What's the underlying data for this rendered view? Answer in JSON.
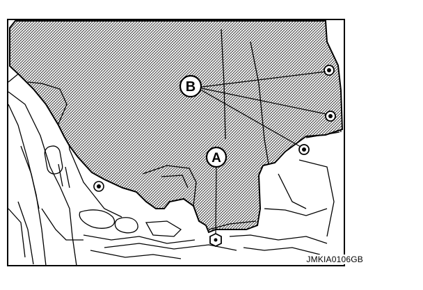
{
  "callouts": {
    "a": "A",
    "b": "B"
  },
  "figure_code": "JMKIA0106GB",
  "colors": {
    "line": "#000000",
    "paper": "#ffffff",
    "hatch": "#4a4a4a"
  }
}
